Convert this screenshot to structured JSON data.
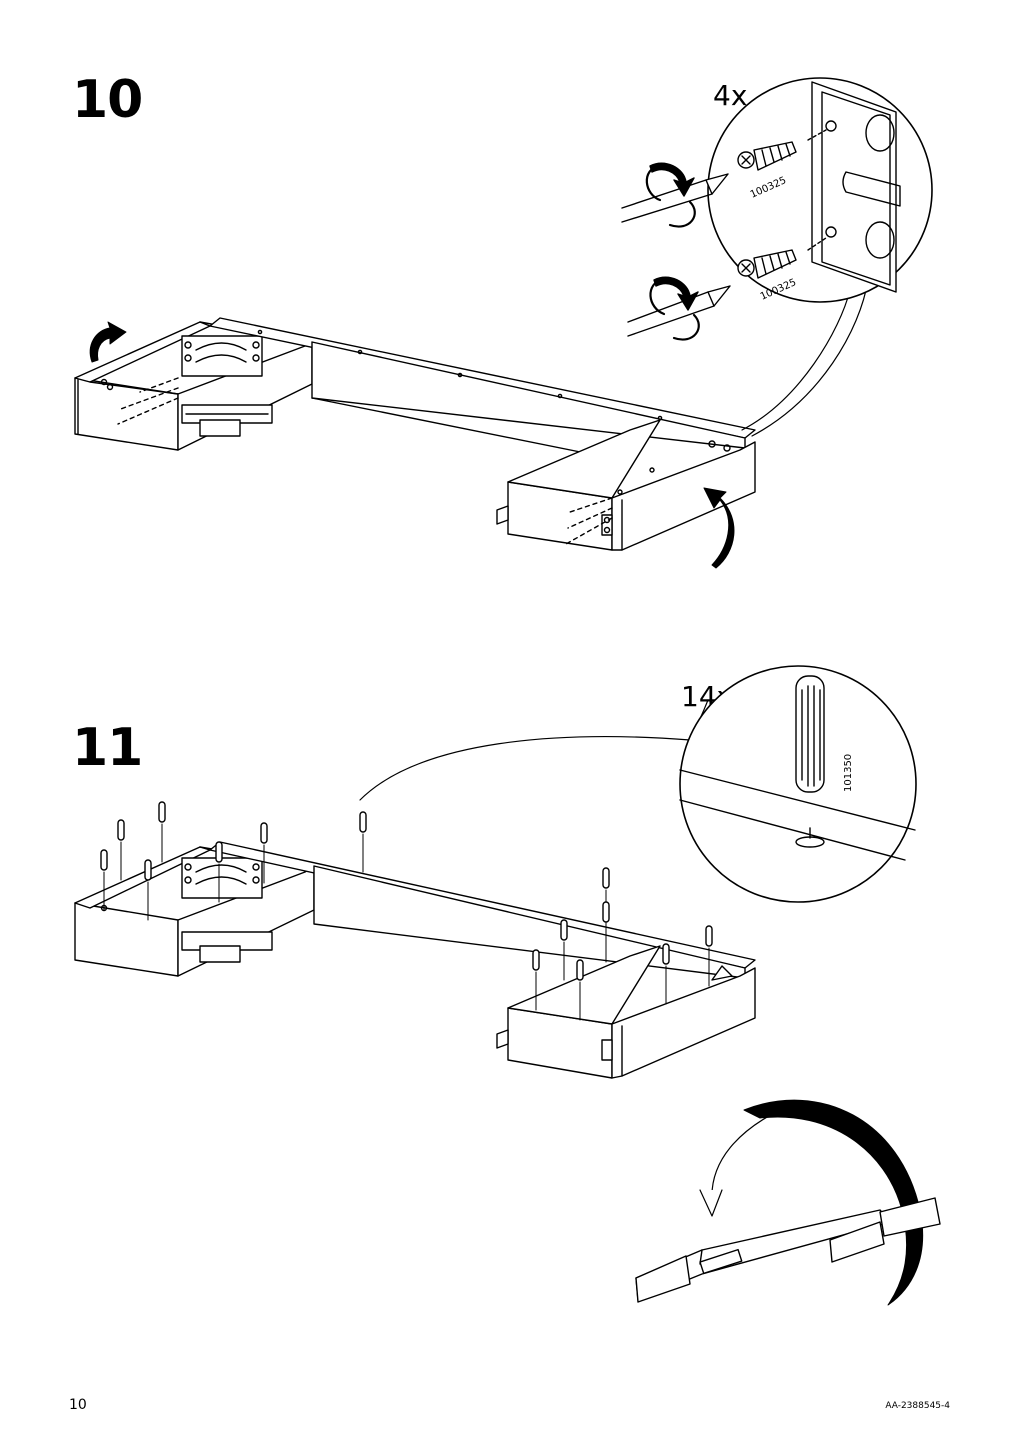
{
  "page": {
    "number": "10",
    "doc_code": "AA-2388545-4"
  },
  "step10": {
    "number": "10",
    "quantity": "4x",
    "screw_part_a": "100325",
    "screw_part_b": "100325"
  },
  "step11": {
    "number": "11",
    "quantity": "14x",
    "dowel_part": "101350"
  },
  "icons": [
    "screwdriver-icon",
    "screw-icon",
    "dowel-icon",
    "rotate-arrow-icon",
    "flip-over-arrow-icon"
  ]
}
